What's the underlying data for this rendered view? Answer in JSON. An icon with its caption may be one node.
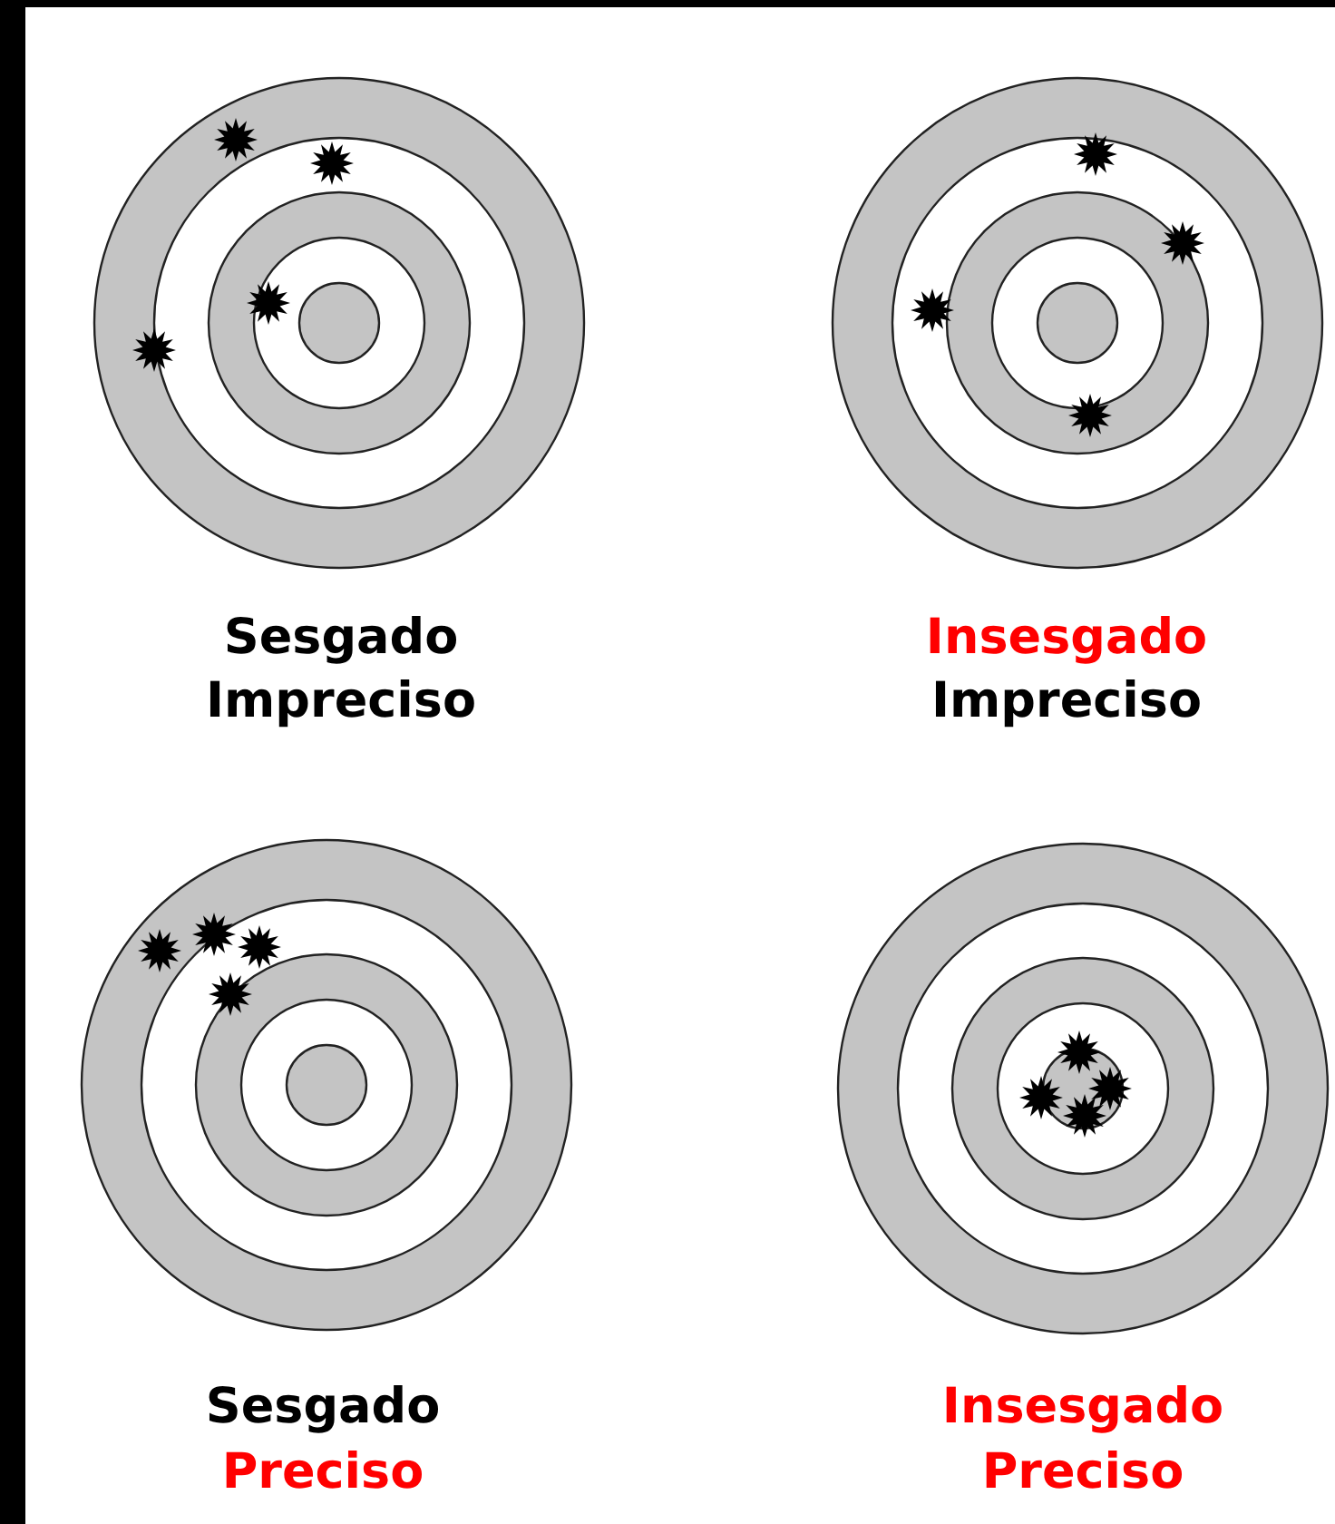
{
  "diagram": {
    "labels": [
      "Sesgado",
      "Impreciso",
      "Insesgado",
      "Impreciso",
      "Sesgado",
      "Preciso",
      "Insesgado",
      "Preciso"
    ]
  }
}
